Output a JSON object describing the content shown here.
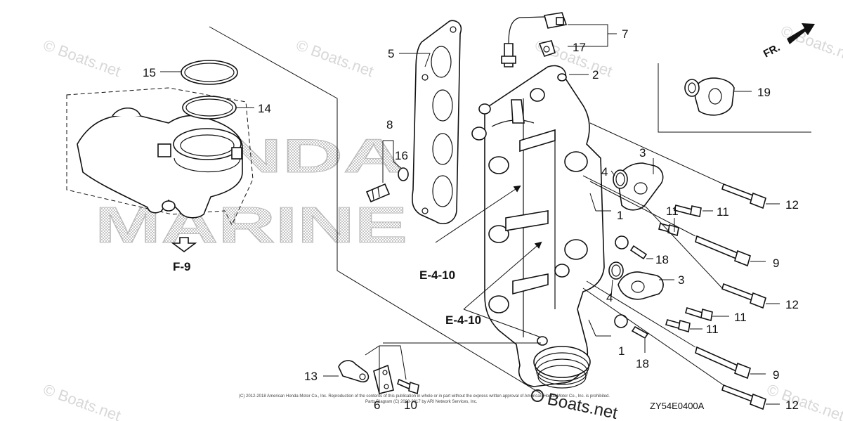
{
  "watermark": {
    "site_text": "© Boats.net",
    "bottom_text": "Boats.net",
    "logo_line1": "HONDA",
    "logo_line2": "MARINE"
  },
  "direction_marker": "FR.",
  "diagram_code": "ZY54E0400A",
  "copyright_line1": "(C) 2012-2018 American Honda Motor Co., Inc. Reproduction of the contents of this publication in whole or in part without the express written approval of American Honda Motor Co., Inc. is prohibited.",
  "copyright_line2": "Parts Diagram (C) 2008-2017 by ARI Network Services, Inc.",
  "references": {
    "f9": "F-9",
    "e410_upper": "E-4-10",
    "e410_lower": "E-4-10"
  },
  "callouts": {
    "c1a": "1",
    "c1b": "1",
    "c2": "2",
    "c3a": "3",
    "c3b": "3",
    "c4a": "4",
    "c4b": "4",
    "c5": "5",
    "c6": "6",
    "c7": "7",
    "c8": "8",
    "c9a": "9",
    "c9b": "9",
    "c10": "10",
    "c11a": "11",
    "c11b": "11",
    "c11c": "11",
    "c11d": "11",
    "c12a": "12",
    "c12b": "12",
    "c12c": "12",
    "c13": "13",
    "c14": "14",
    "c15": "15",
    "c16": "16",
    "c17": "17",
    "c18a": "18",
    "c18b": "18",
    "c19": "19"
  }
}
